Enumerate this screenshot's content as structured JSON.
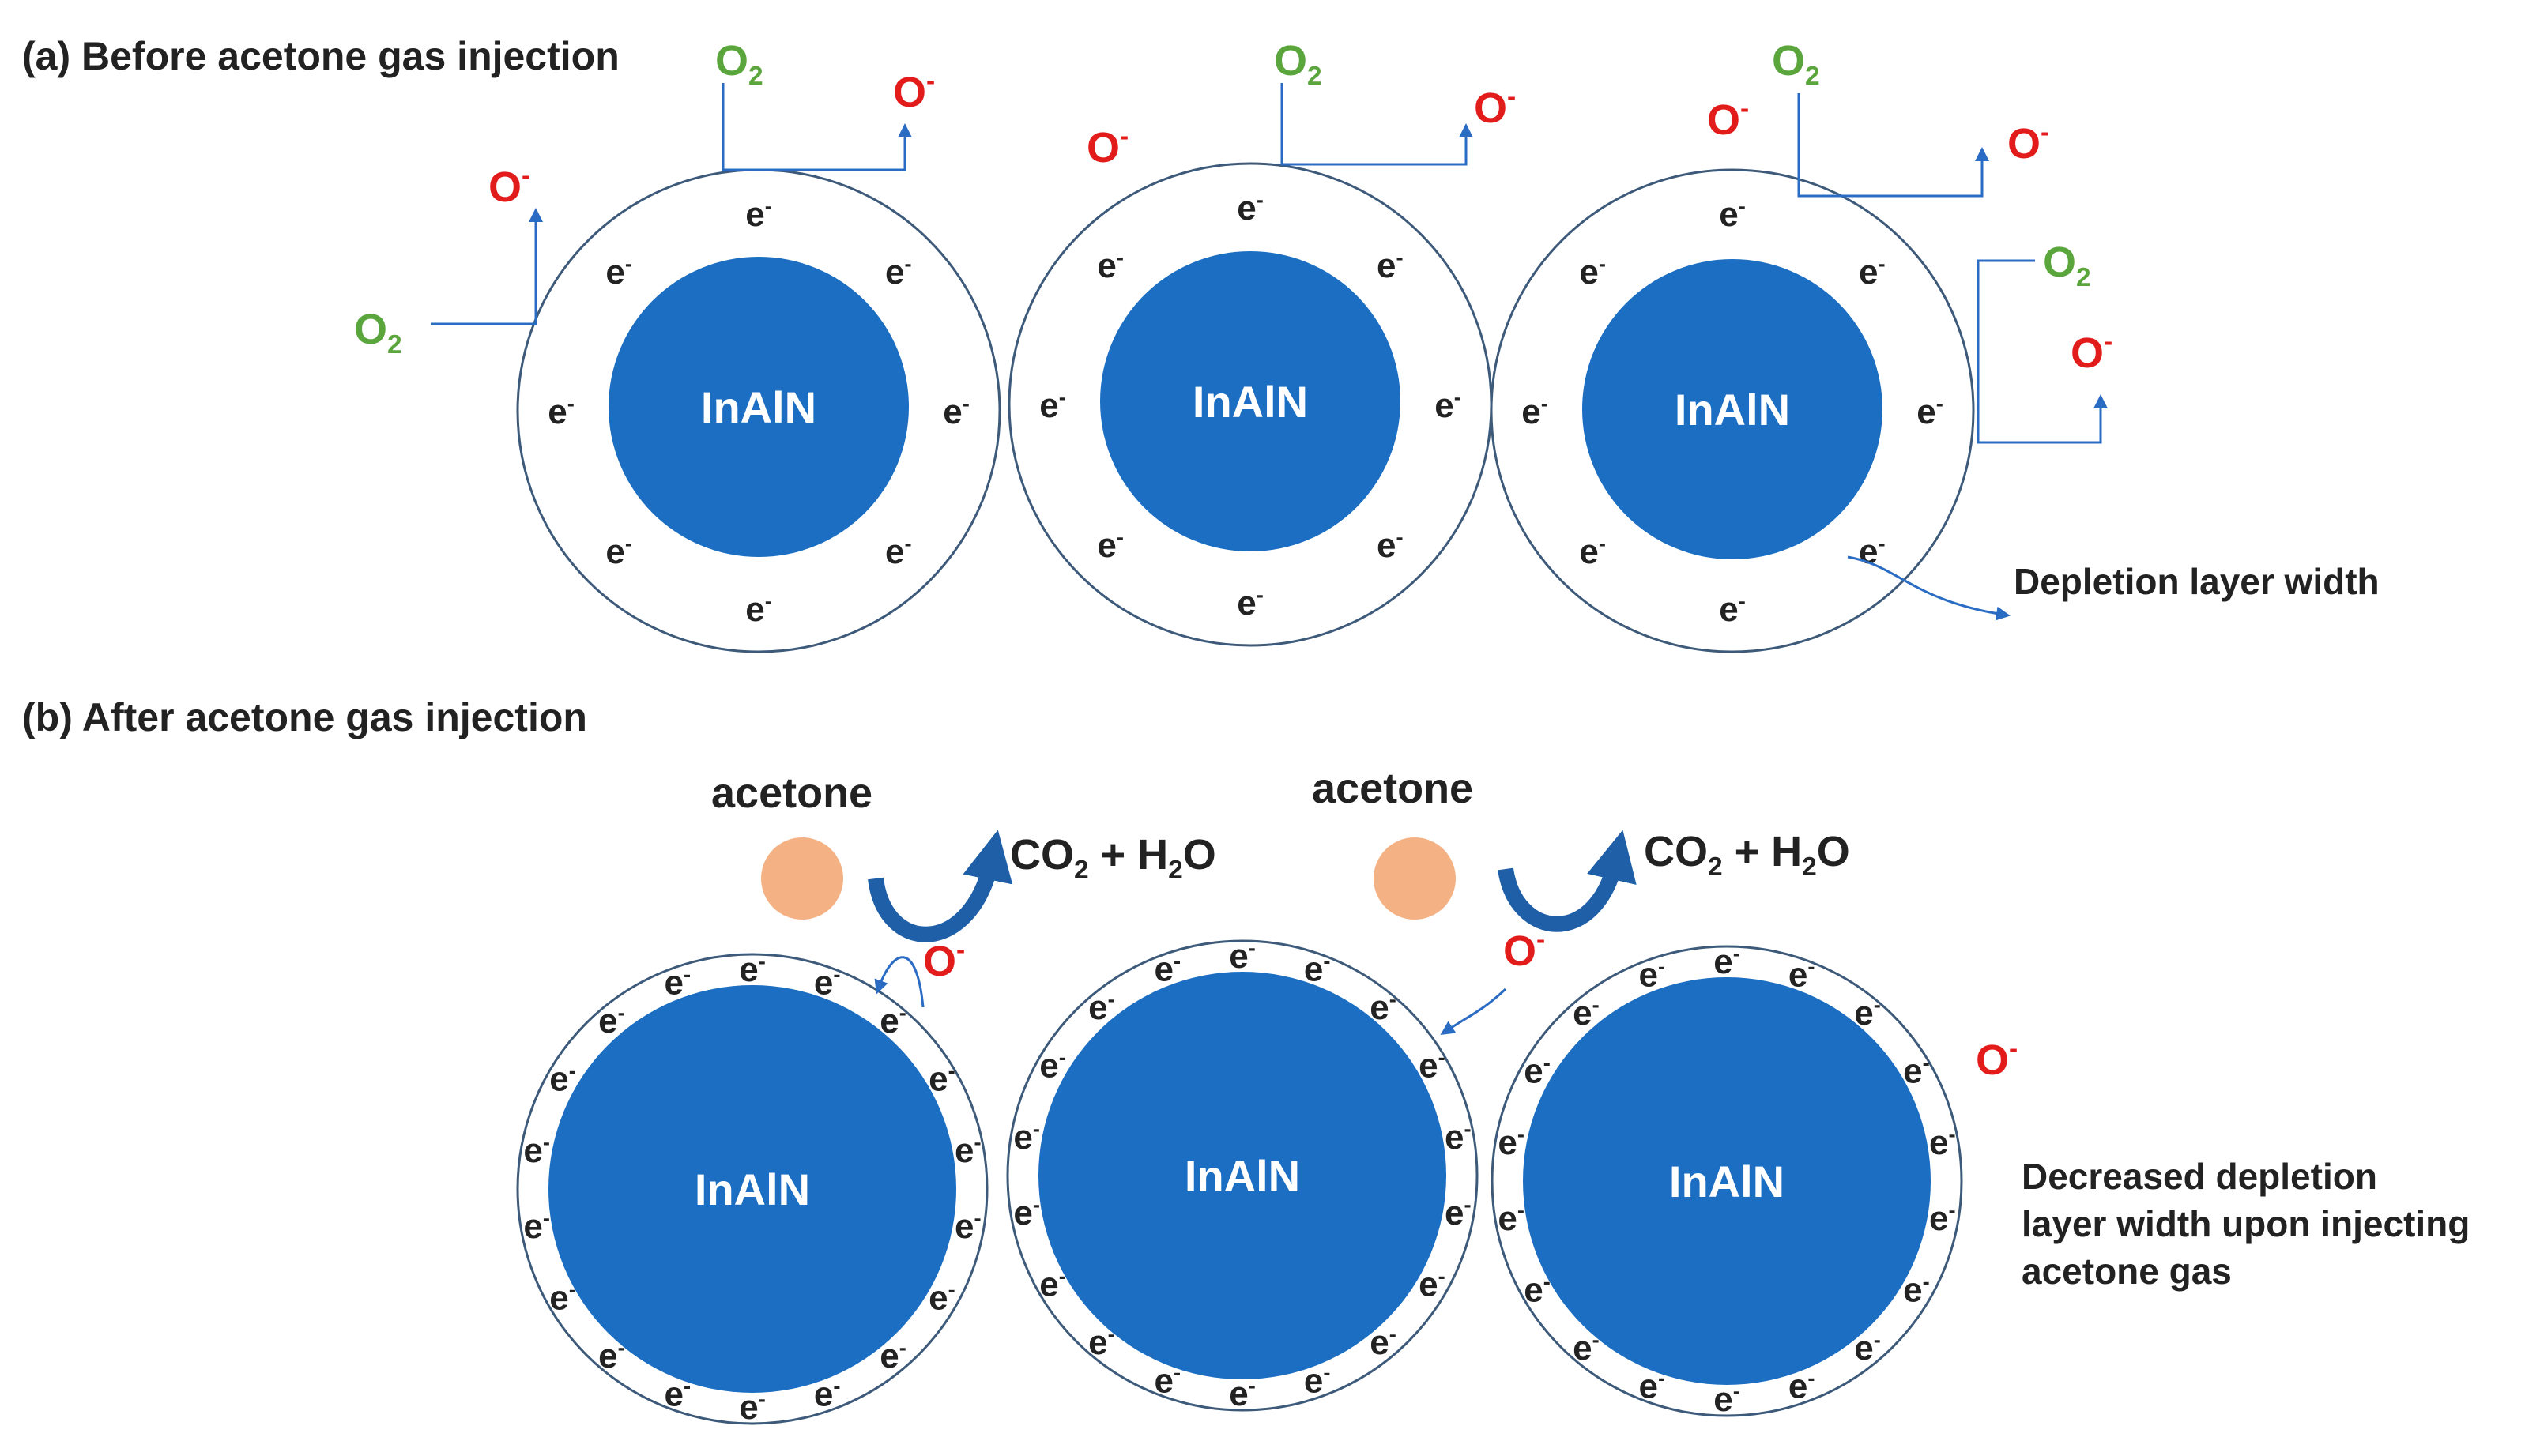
{
  "colors": {
    "core": "#1b6ec2",
    "shell_stroke": "#3d5a7a",
    "arrow": "#2a6cc4",
    "o2": "#5aa63c",
    "o_ion": "#e21b1b",
    "acetone": "#f4b183",
    "curved_arrow": "#1f5fa8"
  },
  "panel_a": {
    "heading": "(a) Before acetone gas injection",
    "core_label": "InAlN",
    "electron": "e",
    "electron_charge": "-",
    "o2_base": "O",
    "o2_sub": "2",
    "o_ion_base": "O",
    "o_ion_charge": "-",
    "depletion_label": "Depletion layer width"
  },
  "panel_b": {
    "heading": "(b) After acetone gas injection",
    "core_label": "InAlN",
    "acetone_label": "acetone",
    "products": {
      "co": "CO",
      "co_sub": "2",
      "plus": " + H",
      "h_sub": "2",
      "o": "O"
    },
    "note_lines": [
      "Decreased depletion",
      "layer width upon injecting",
      "acetone gas"
    ]
  }
}
